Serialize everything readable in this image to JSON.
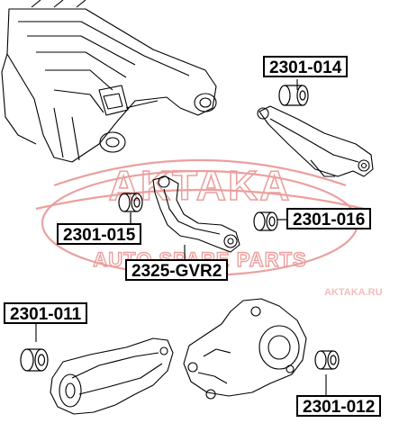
{
  "watermark": {
    "brand": "AKTAKA",
    "slogan": "AUTO SPARE PARTS",
    "domain": "AKTAKA.RU",
    "color": "#d9534f"
  },
  "labels": {
    "part_014": "2301-014",
    "part_016": "2301-016",
    "part_015": "2301-015",
    "part_gvr2": "2325-GVR2",
    "part_011": "2301-011",
    "part_012": "2301-012"
  },
  "colors": {
    "line": "#000000",
    "background": "#ffffff"
  }
}
